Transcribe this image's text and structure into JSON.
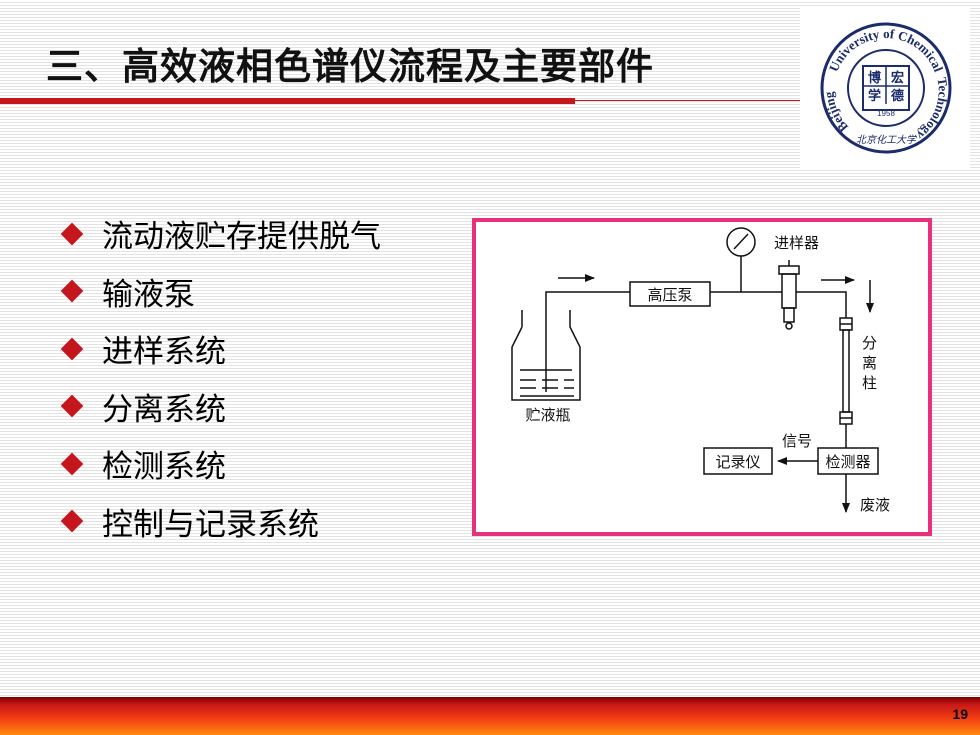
{
  "slide": {
    "title": "三、高效液相色谱仪流程及主要部件",
    "bullets": [
      "流动液贮存提供脱气",
      "输液泵",
      "进样系统",
      "分离系统",
      "检测系统",
      "控制与记录系统"
    ],
    "page_number": "19",
    "accent_color": "#c4161c",
    "frame_color": "#e8307c"
  },
  "logo": {
    "ring_text_top": "University of Chemical",
    "ring_text_left": "Beijing",
    "ring_text_right": "Technology",
    "center_chars": [
      "博",
      "宏",
      "学",
      "德"
    ],
    "year": "1958",
    "signature": "北京化工大学"
  },
  "diagram": {
    "labels": {
      "injector": "进样器",
      "pump": "高压泵",
      "reservoir": "贮液瓶",
      "column": [
        "分",
        "离",
        "柱"
      ],
      "signal": "信号",
      "recorder": "记录仪",
      "detector": "检测器",
      "waste": "废液"
    }
  }
}
